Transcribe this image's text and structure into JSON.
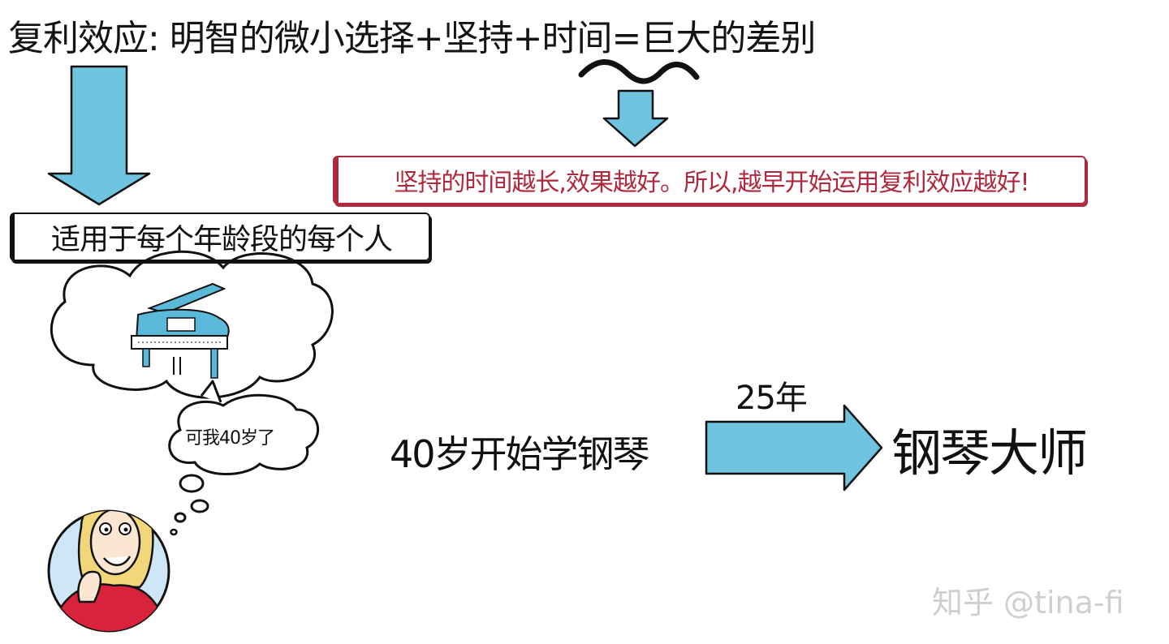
{
  "title": "复利效应: 明智的微小选择+坚持+时间=巨大的差别",
  "principle_box": {
    "text": "坚持的时间越长,效果越好。所以,越早开始运用复利效应越好!"
  },
  "age_box": {
    "text": "适用于每个年龄段的每个人"
  },
  "thought": {
    "speech": "可我40岁了"
  },
  "example": {
    "start": "40岁开始学钢琴",
    "duration": "25年",
    "result": "钢琴大师"
  },
  "watermark": "知乎 @tina-fi",
  "colors": {
    "arrow_fill": "#6ec3df",
    "principle_border": "#b0283c",
    "text": "#141414",
    "shirt": "#d9223c",
    "hair": "#f2d77a",
    "portrait_bg": "#cfe6f7",
    "piano": "#5ab8d8"
  },
  "icons": [
    "down-arrow-icon",
    "right-arrow-icon",
    "squiggle-underline-icon",
    "thought-cloud-icon",
    "piano-icon",
    "woman-avatar-icon"
  ]
}
